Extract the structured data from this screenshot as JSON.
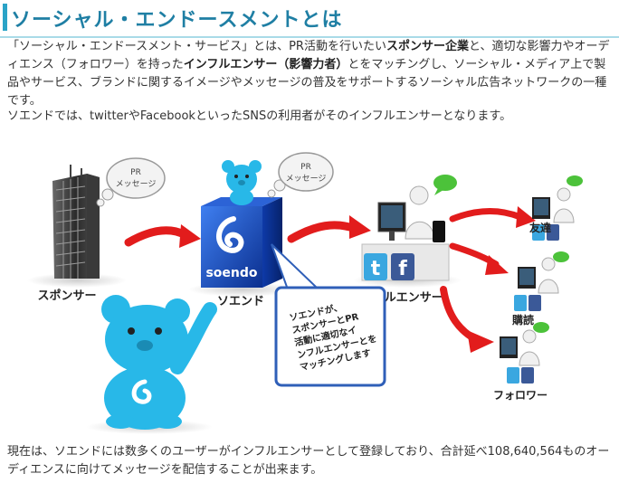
{
  "page": {
    "title": "ソーシャル・エンドースメントとは"
  },
  "intro": {
    "part1": "「ソーシャル・エンドースメント・サービス」とは、PR活動を行いたい",
    "bold1": "スポンサー企業",
    "part2": "と、適切な影響力やオーディエンス（フォロワー）を持った",
    "bold2": "インフルエンサー（影響力者）",
    "part3": "とをマッチングし、ソーシャル・メディア上で製品やサービス、ブランドに関するイメージやメッセージの普及をサポートするソーシャル広告ネットワークの一種です。"
  },
  "sns_sentence": "ソエンドでは、twitterやFacebookといったSNSの利用者がそのインフルエンサーとなります。",
  "diagram": {
    "bubble1_line1": "PR",
    "bubble1_line2": "メッセージ",
    "bubble2_line1": "PR",
    "bubble2_line2": "メッセージ",
    "sponsor_label": "スポンサー",
    "soendo_label": "ソエンド",
    "cube_brand": "soendo",
    "influencer_label": "インフルエンサー",
    "friends_label": "友達",
    "readers_label": "購読",
    "followers_label": "フォロワー",
    "callout_line1": "ソエンドが、",
    "callout_line2": "スポンサーとPR",
    "callout_line3": "活動に適切なイ",
    "callout_line4": "ンフルエンサーとを",
    "callout_line5": "マッチングします",
    "twitter_glyph": "t",
    "facebook_glyph": "f",
    "colors": {
      "arrow": "#e21c1c",
      "cube": "#1453c8",
      "mascot": "#28b8e8",
      "twitter": "#3aa7e0",
      "facebook": "#3b5998",
      "bubble_green": "#4cc23a"
    },
    "icons": [
      "building-icon",
      "mascot-icon",
      "computer-icon",
      "twitter-icon",
      "facebook-icon",
      "speech-bubble-icon"
    ]
  },
  "outro": "現在は、ソエンドには数多くのユーザーがインフルエンサーとして登録しており、合計延べ108,640,564ものオーディエンスに向けてメッセージを配信することが出来ます。"
}
